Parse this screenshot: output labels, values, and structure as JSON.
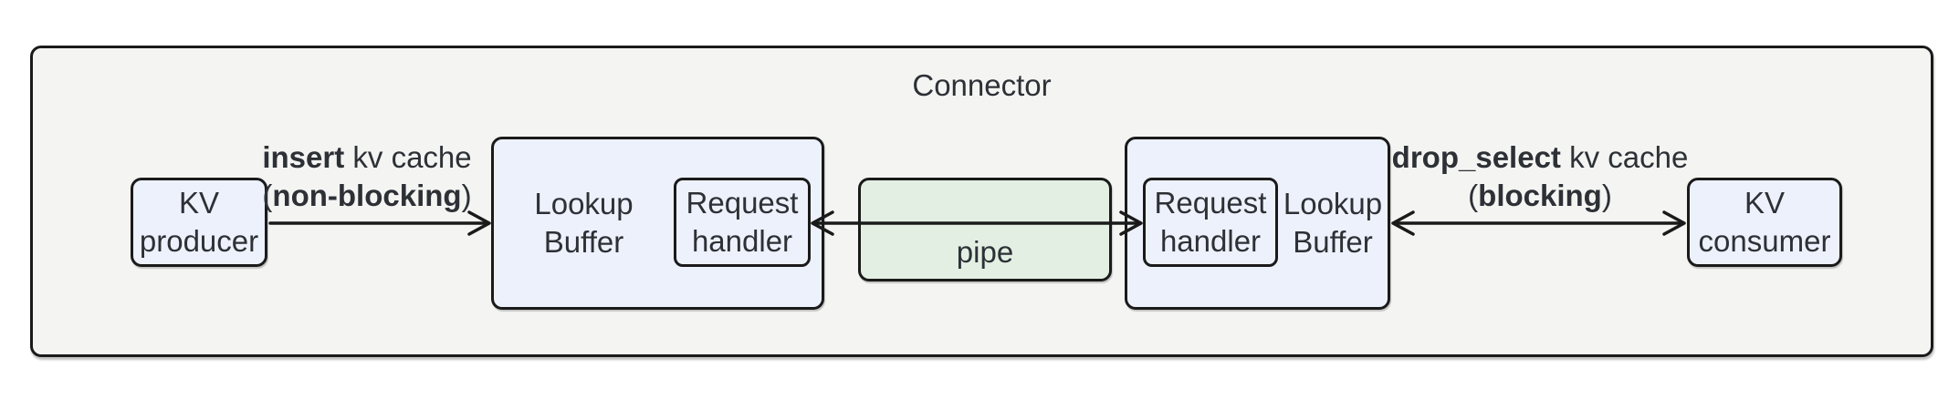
{
  "colors": {
    "background": "#ffffff",
    "outer_fill": "#f4f4f3",
    "node_fill": "#edf1fb",
    "pipe_fill": "#e3efe3",
    "border": "#1a1a1a",
    "text": "#2d3136"
  },
  "connector": {
    "title": "Connector"
  },
  "nodes": {
    "kv_producer": {
      "line1": "KV",
      "line2": "producer"
    },
    "lookup_buffer_left": {
      "line1": "Lookup",
      "line2": "Buffer"
    },
    "request_handler_left": {
      "line1": "Request",
      "line2": "handler"
    },
    "pipe": {
      "label": "pipe"
    },
    "request_handler_right": {
      "line1": "Request",
      "line2": "handler"
    },
    "lookup_buffer_right": {
      "line1": "Lookup",
      "line2": "Buffer"
    },
    "kv_consumer": {
      "line1": "KV",
      "line2": "consumer"
    }
  },
  "edges": {
    "insert": {
      "bold": "insert",
      "rest": " kv cache",
      "open": "(",
      "bold2": "non-blocking",
      "close": ")"
    },
    "drop_select": {
      "bold": "drop_select",
      "rest": " kv cache",
      "open": "(",
      "bold2": "blocking",
      "close": ")"
    }
  }
}
